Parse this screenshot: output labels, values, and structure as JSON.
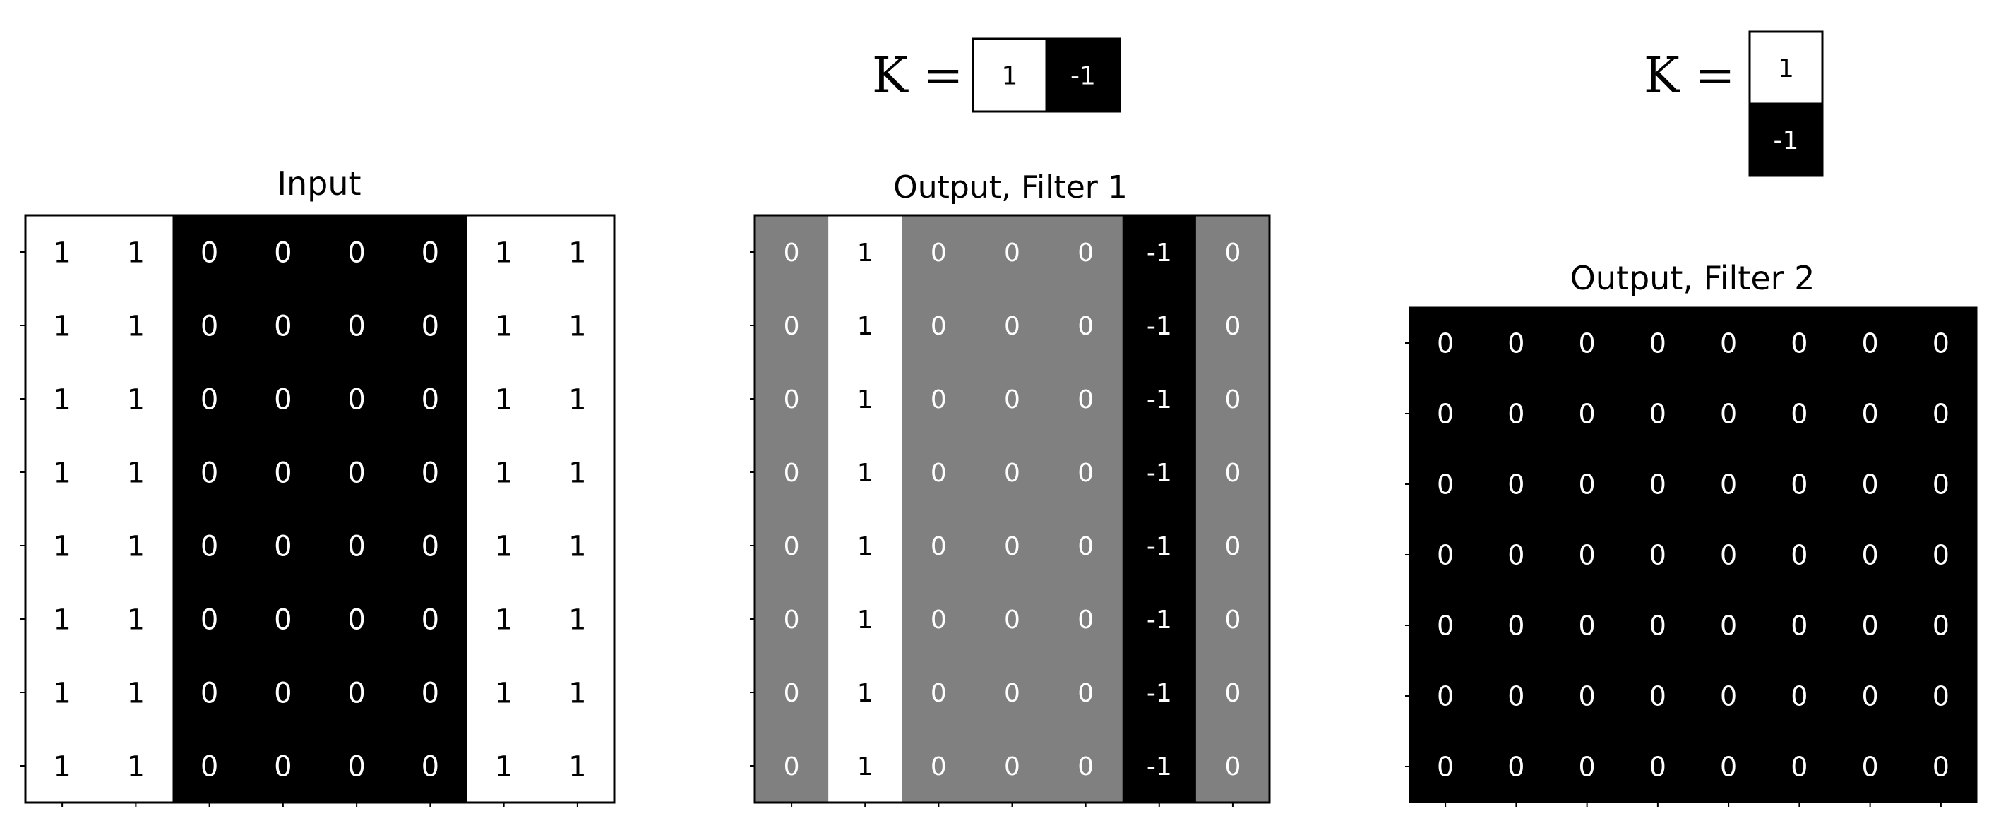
{
  "kernel_1": {
    "label": "K =",
    "values": [
      "1",
      "-1"
    ]
  },
  "kernel_2": {
    "label": "K =",
    "values": [
      "1",
      "-1"
    ]
  },
  "input": {
    "title": "Input",
    "rows": [
      [
        "1",
        "1",
        "0",
        "0",
        "0",
        "0",
        "1",
        "1"
      ],
      [
        "1",
        "1",
        "0",
        "0",
        "0",
        "0",
        "1",
        "1"
      ],
      [
        "1",
        "1",
        "0",
        "0",
        "0",
        "0",
        "1",
        "1"
      ],
      [
        "1",
        "1",
        "0",
        "0",
        "0",
        "0",
        "1",
        "1"
      ],
      [
        "1",
        "1",
        "0",
        "0",
        "0",
        "0",
        "1",
        "1"
      ],
      [
        "1",
        "1",
        "0",
        "0",
        "0",
        "0",
        "1",
        "1"
      ],
      [
        "1",
        "1",
        "0",
        "0",
        "0",
        "0",
        "1",
        "1"
      ],
      [
        "1",
        "1",
        "0",
        "0",
        "0",
        "0",
        "1",
        "1"
      ]
    ]
  },
  "output_1": {
    "title": "Output, Filter 1",
    "rows": [
      [
        "0",
        "1",
        "0",
        "0",
        "0",
        "-1",
        "0"
      ],
      [
        "0",
        "1",
        "0",
        "0",
        "0",
        "-1",
        "0"
      ],
      [
        "0",
        "1",
        "0",
        "0",
        "0",
        "-1",
        "0"
      ],
      [
        "0",
        "1",
        "0",
        "0",
        "0",
        "-1",
        "0"
      ],
      [
        "0",
        "1",
        "0",
        "0",
        "0",
        "-1",
        "0"
      ],
      [
        "0",
        "1",
        "0",
        "0",
        "0",
        "-1",
        "0"
      ],
      [
        "0",
        "1",
        "0",
        "0",
        "0",
        "-1",
        "0"
      ],
      [
        "0",
        "1",
        "0",
        "0",
        "0",
        "-1",
        "0"
      ]
    ]
  },
  "output_2": {
    "title": "Output, Filter 2",
    "rows": [
      [
        "0",
        "0",
        "0",
        "0",
        "0",
        "0",
        "0",
        "0"
      ],
      [
        "0",
        "0",
        "0",
        "0",
        "0",
        "0",
        "0",
        "0"
      ],
      [
        "0",
        "0",
        "0",
        "0",
        "0",
        "0",
        "0",
        "0"
      ],
      [
        "0",
        "0",
        "0",
        "0",
        "0",
        "0",
        "0",
        "0"
      ],
      [
        "0",
        "0",
        "0",
        "0",
        "0",
        "0",
        "0",
        "0"
      ],
      [
        "0",
        "0",
        "0",
        "0",
        "0",
        "0",
        "0",
        "0"
      ],
      [
        "0",
        "0",
        "0",
        "0",
        "0",
        "0",
        "0",
        "0"
      ]
    ]
  },
  "colors": {
    "high": "#ffffff",
    "zero_in_output_1": "#808080",
    "low": "#000000",
    "text_on_light": "#000000",
    "text_on_dark": "#ffffff",
    "border": "#000000"
  }
}
